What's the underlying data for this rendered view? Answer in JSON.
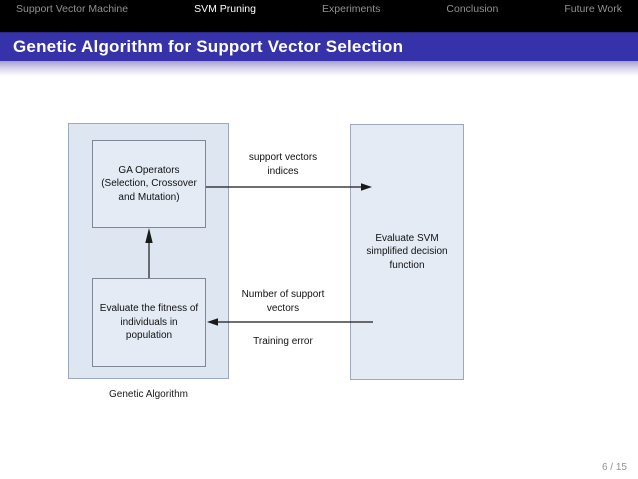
{
  "navbar": {
    "items": [
      {
        "label": "Support Vector Machine",
        "active": false
      },
      {
        "label": "SVM Pruning",
        "active": true
      },
      {
        "label": "Experiments",
        "active": false
      },
      {
        "label": "Conclusion",
        "active": false
      },
      {
        "label": "Future Work",
        "active": false
      }
    ]
  },
  "header": {
    "title": "Genetic Algorithm for Support Vector Selection"
  },
  "colors": {
    "titlebar_blue": "#3632a9",
    "nav_inactive_gray": "#919191",
    "nav_active_white": "#ffffff",
    "box_fill_light_blue": "#e4ebf5",
    "arrow_black": "#1a1a1a"
  },
  "diagram": {
    "ga_operators_box": {
      "lines": [
        "GA Operators",
        "(Selection, Crossover",
        "and Mutation)"
      ]
    },
    "fitness_box": {
      "lines": [
        "Evaluate the fitness of",
        "individuals in",
        "population"
      ]
    },
    "evaluate_svm_box": {
      "lines": [
        "Evaluate SVM",
        "simplified decision",
        "function"
      ]
    },
    "labels": {
      "support_vectors": {
        "lines": [
          "support vectors",
          "indices"
        ]
      },
      "number_of_support": {
        "lines": [
          "Number of support",
          "vectors"
        ]
      },
      "training_error": "Training error"
    },
    "caption": "Genetic Algorithm"
  },
  "footer": {
    "page_number": "6 / 15"
  }
}
